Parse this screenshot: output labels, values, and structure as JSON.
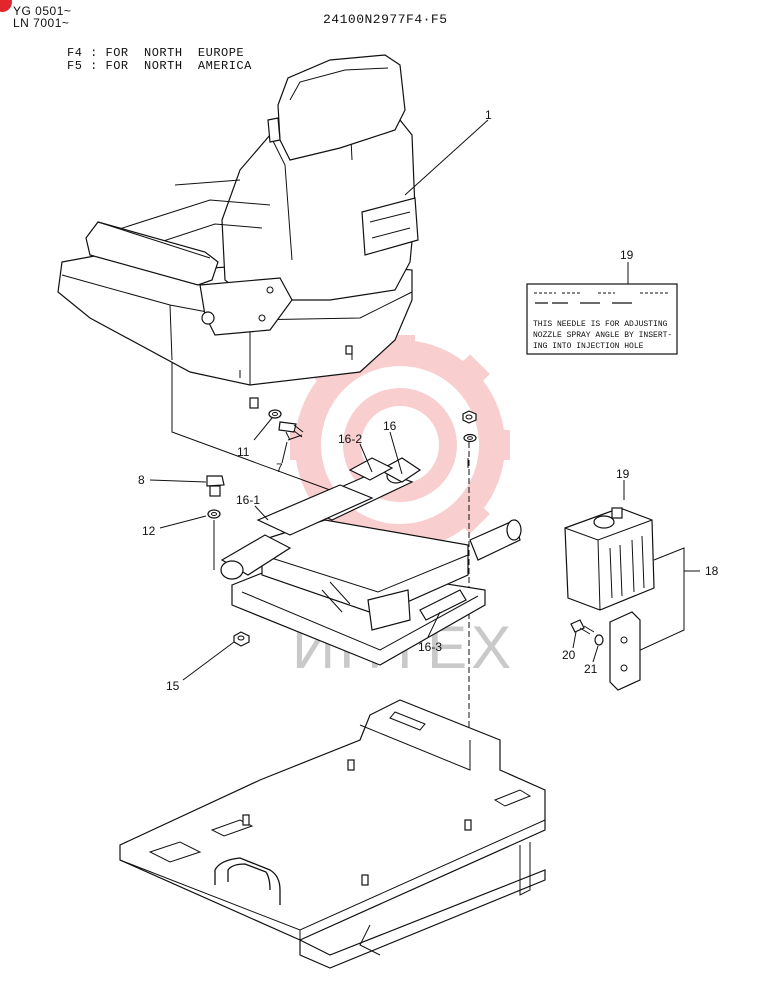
{
  "header": {
    "serial_1": "YG 0501~",
    "serial_2": "LN 7001~",
    "doc_code": "24100N2977F4·F5",
    "note_f4": "F4 : FOR  NORTH  EUROPE",
    "note_f5": "F5 : FOR  NORTH  AMERICA"
  },
  "callouts": {
    "c1": "1",
    "c19a": "19",
    "c19b": "19",
    "c11": "11",
    "c7": "7",
    "c16_2": "16-2",
    "c16": "16",
    "c8": "8",
    "c16_1": "16-1",
    "c12": "12",
    "c18": "18",
    "c16_3": "16-3",
    "c15": "15",
    "c20": "20",
    "c21": "21"
  },
  "label_plate": {
    "line1": "THIS NEEDLE IS FOR ADJUSTING",
    "line2": "NOZZLE SPRAY ANGLE BY INSERT-",
    "line3": "ING  INTO INJECTION  HOLE"
  },
  "watermark": {
    "text": "ИНТЕХ",
    "color": "#e3262b"
  }
}
